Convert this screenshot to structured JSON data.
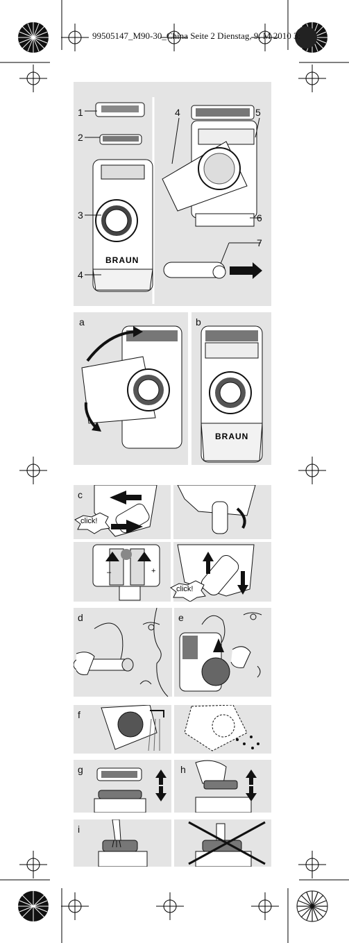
{
  "header": {
    "text": "99505147_M90-30_China  Seite 2  Dienstag, 9. M    2010  3:"
  },
  "panel1": {
    "labels": {
      "n1": "1",
      "n2": "2",
      "n3": "3",
      "n4a": "4",
      "n4b": "4",
      "n5": "5",
      "n6": "6",
      "n7": "7"
    },
    "brand": "BRAUN"
  },
  "panel2": {
    "a": "a",
    "b": "b",
    "brand": "BRAUN"
  },
  "panel3": {
    "c": "c",
    "click1": "click!",
    "click2": "click!",
    "minus": "–",
    "plus": "+"
  },
  "panel4": {
    "d": "d",
    "e": "e"
  },
  "panel5": {
    "f": "f"
  },
  "panel6": {
    "g": "g",
    "h": "h"
  },
  "panel7": {
    "i": "i"
  }
}
